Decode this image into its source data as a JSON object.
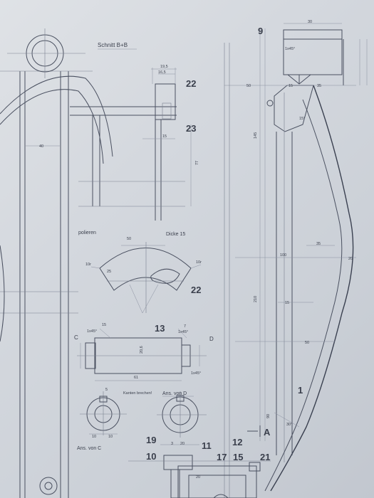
{
  "drawing": {
    "section_title": "Schnitt B+B",
    "part_numbers": {
      "p9": "9",
      "p22a": "22",
      "p23": "23",
      "p22b": "22",
      "p13": "13",
      "p1": "1",
      "p19": "19",
      "p10": "10",
      "p11": "11",
      "p12": "12",
      "p17": "17",
      "p15": "15",
      "p21": "21",
      "pA": "A"
    },
    "notes": {
      "polieren": "polieren",
      "dicke": "Dicke 15",
      "kanten": "Kanten brechen!",
      "ans_c": "Ans. von C",
      "ans_d": "Ans. von D",
      "c": "C",
      "d": "D"
    },
    "dims": {
      "d30": "30",
      "d50a": "50",
      "d15a": "15",
      "d35a": "35",
      "d145": "145",
      "d100": "100",
      "d35b": "35",
      "d20a": "20",
      "d210": "210",
      "d15b": "15",
      "d50b": "50",
      "d90": "90",
      "d40": "40",
      "d19_5": "19,5",
      "d16_5": "16,5",
      "d15c": "15",
      "d77": "77",
      "d50c": "50",
      "d10r_a": "10r",
      "d10r_b": "10r",
      "d25": "25",
      "d15x": "15",
      "d61": "61",
      "d20_6": "20,6",
      "d10a": "10",
      "d10b": "10",
      "d20b": "20",
      "d3": "3",
      "d5": "5",
      "d7": "7",
      "d1x45a": "1x45°",
      "d1x45b": "1x45°",
      "d1x45c": "1x45°",
      "d1x45d": "1x45°",
      "d30deg": "30°",
      "d15deg": "15°",
      "d20c": "20"
    }
  }
}
